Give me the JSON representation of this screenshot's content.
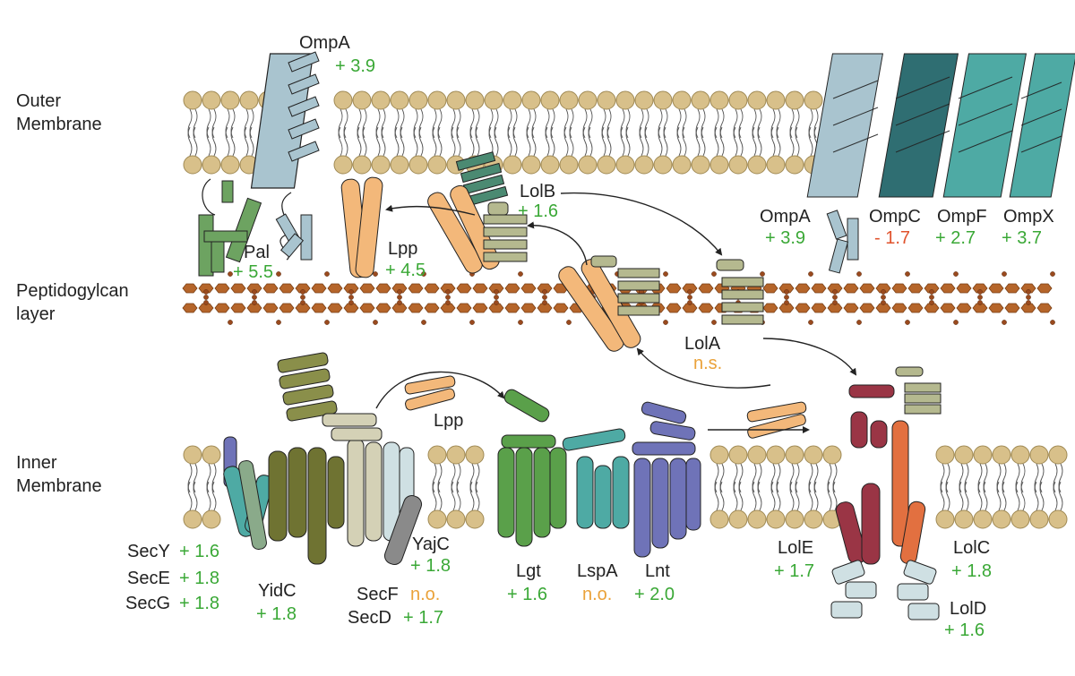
{
  "regions": {
    "outer_membrane": [
      "Outer",
      "Membrane"
    ],
    "peptidoglycan": [
      "Peptidogylcan",
      "layer"
    ],
    "inner_membrane": [
      "Inner",
      "Membrane"
    ]
  },
  "proteins": {
    "ompA_top": {
      "name": "OmpA",
      "value": "+ 3.9"
    },
    "ompA_right": {
      "name": "OmpA",
      "value": "+ 3.9"
    },
    "ompC": {
      "name": "OmpC",
      "value": "- 1.7"
    },
    "ompF": {
      "name": "OmpF",
      "value": "+ 2.7"
    },
    "ompX": {
      "name": "OmpX",
      "value": "+ 3.7"
    },
    "pal": {
      "name": "Pal",
      "value": "+ 5.5"
    },
    "lpp_outer": {
      "name": "Lpp",
      "value": "+ 4.5"
    },
    "lolB": {
      "name": "LolB",
      "value": "+ 1.6"
    },
    "lolA": {
      "name": "LolA",
      "value": "n.s."
    },
    "lpp_inner": {
      "name": "Lpp"
    },
    "secY": {
      "name": "SecY",
      "value": "+ 1.6"
    },
    "secE": {
      "name": "SecE",
      "value": "+ 1.8"
    },
    "secG": {
      "name": "SecG",
      "value": "+ 1.8"
    },
    "yidC": {
      "name": "YidC",
      "value": "+ 1.8"
    },
    "yajC": {
      "name": "YajC",
      "value": "+ 1.8"
    },
    "secF": {
      "name": "SecF",
      "value": "n.o."
    },
    "secD": {
      "name": "SecD",
      "value": "+ 1.7"
    },
    "lgt": {
      "name": "Lgt",
      "value": "+ 1.6"
    },
    "lspA": {
      "name": "LspA",
      "value": "n.o."
    },
    "lnt": {
      "name": "Lnt",
      "value": "+ 2.0"
    },
    "lolE": {
      "name": "LolE",
      "value": "+ 1.7"
    },
    "lolC": {
      "name": "LolC",
      "value": "+ 1.8"
    },
    "lolD": {
      "name": "LolD",
      "value": "+ 1.6"
    }
  },
  "colors": {
    "lipid_head": "#d8c08a",
    "lipid_edge": "#a08a55",
    "peptidoglycan": "#b5652a",
    "omp_light": "#a9c4cf",
    "omp_dark": "#2f6e72",
    "omp_teal": "#4eaaa4",
    "lpp": "#f3b87a",
    "lol_sage": "#b5b98f",
    "pal_green": "#6da361",
    "lgt_green": "#5aa04a",
    "lnt_blue": "#6f73b8",
    "lolE_maroon": "#9a3545",
    "lolC_orange": "#e27040",
    "lolD_pale": "#cfe0e3",
    "positive": "#3aa836",
    "negative": "#e0532d",
    "not_observed": "#eaa23a"
  }
}
